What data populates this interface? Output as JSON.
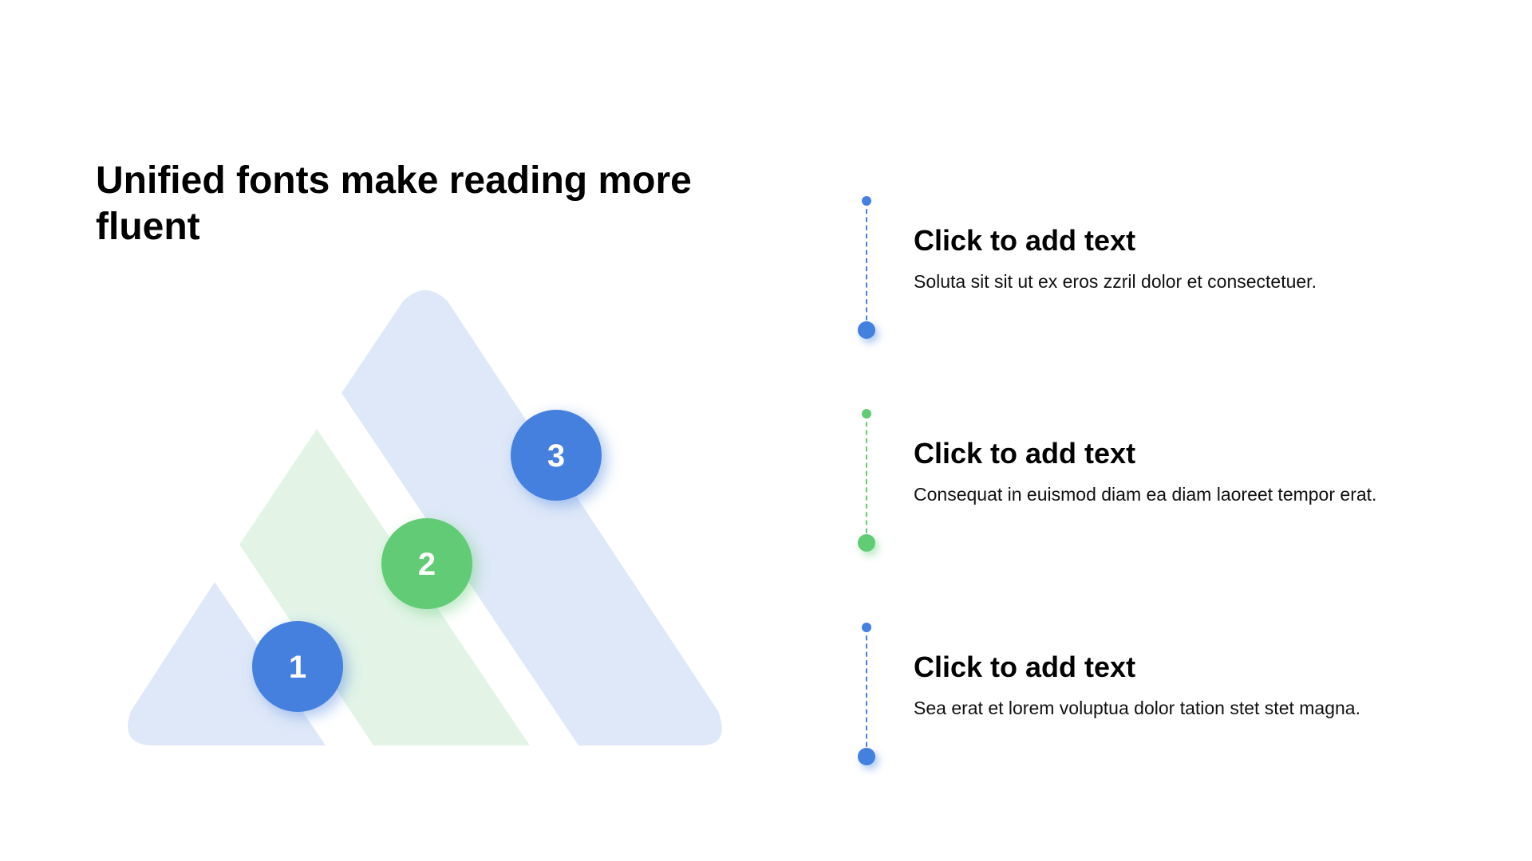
{
  "title": "Unified fonts make reading more fluent",
  "colors": {
    "blue": "#4480de",
    "green": "#62cb76",
    "blue_light": "#dfe8f8",
    "green_light": "#e3f4e7"
  },
  "badges": [
    "1",
    "2",
    "3"
  ],
  "items": [
    {
      "heading": "Click to add text",
      "text": "Soluta sit sit ut ex eros zzril dolor et consectetuer.",
      "color": "blue"
    },
    {
      "heading": "Click to add text",
      "text": "Consequat in euismod diam ea diam laoreet tempor erat.",
      "color": "green"
    },
    {
      "heading": "Click to add text",
      "text": "Sea erat et lorem voluptua dolor tation stet stet magna.",
      "color": "blue"
    }
  ]
}
